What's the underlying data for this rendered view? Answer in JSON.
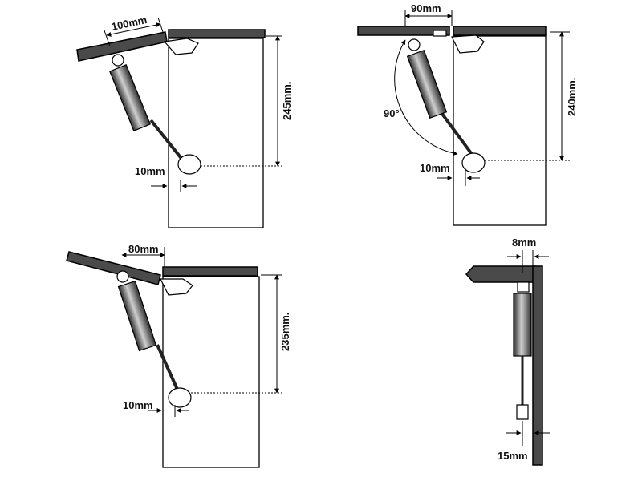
{
  "diagrams": {
    "top_left": {
      "offset_label": "100mm",
      "height_label": "245mm.",
      "clearance_label": "10mm"
    },
    "top_right": {
      "offset_label": "90mm",
      "height_label": "240mm.",
      "clearance_label": "10mm",
      "angle_label": "90°"
    },
    "bottom_left": {
      "offset_label": "80mm",
      "height_label": "235mm.",
      "clearance_label": "10mm"
    },
    "side_view": {
      "top_label": "8mm",
      "bottom_label": "15mm"
    }
  }
}
